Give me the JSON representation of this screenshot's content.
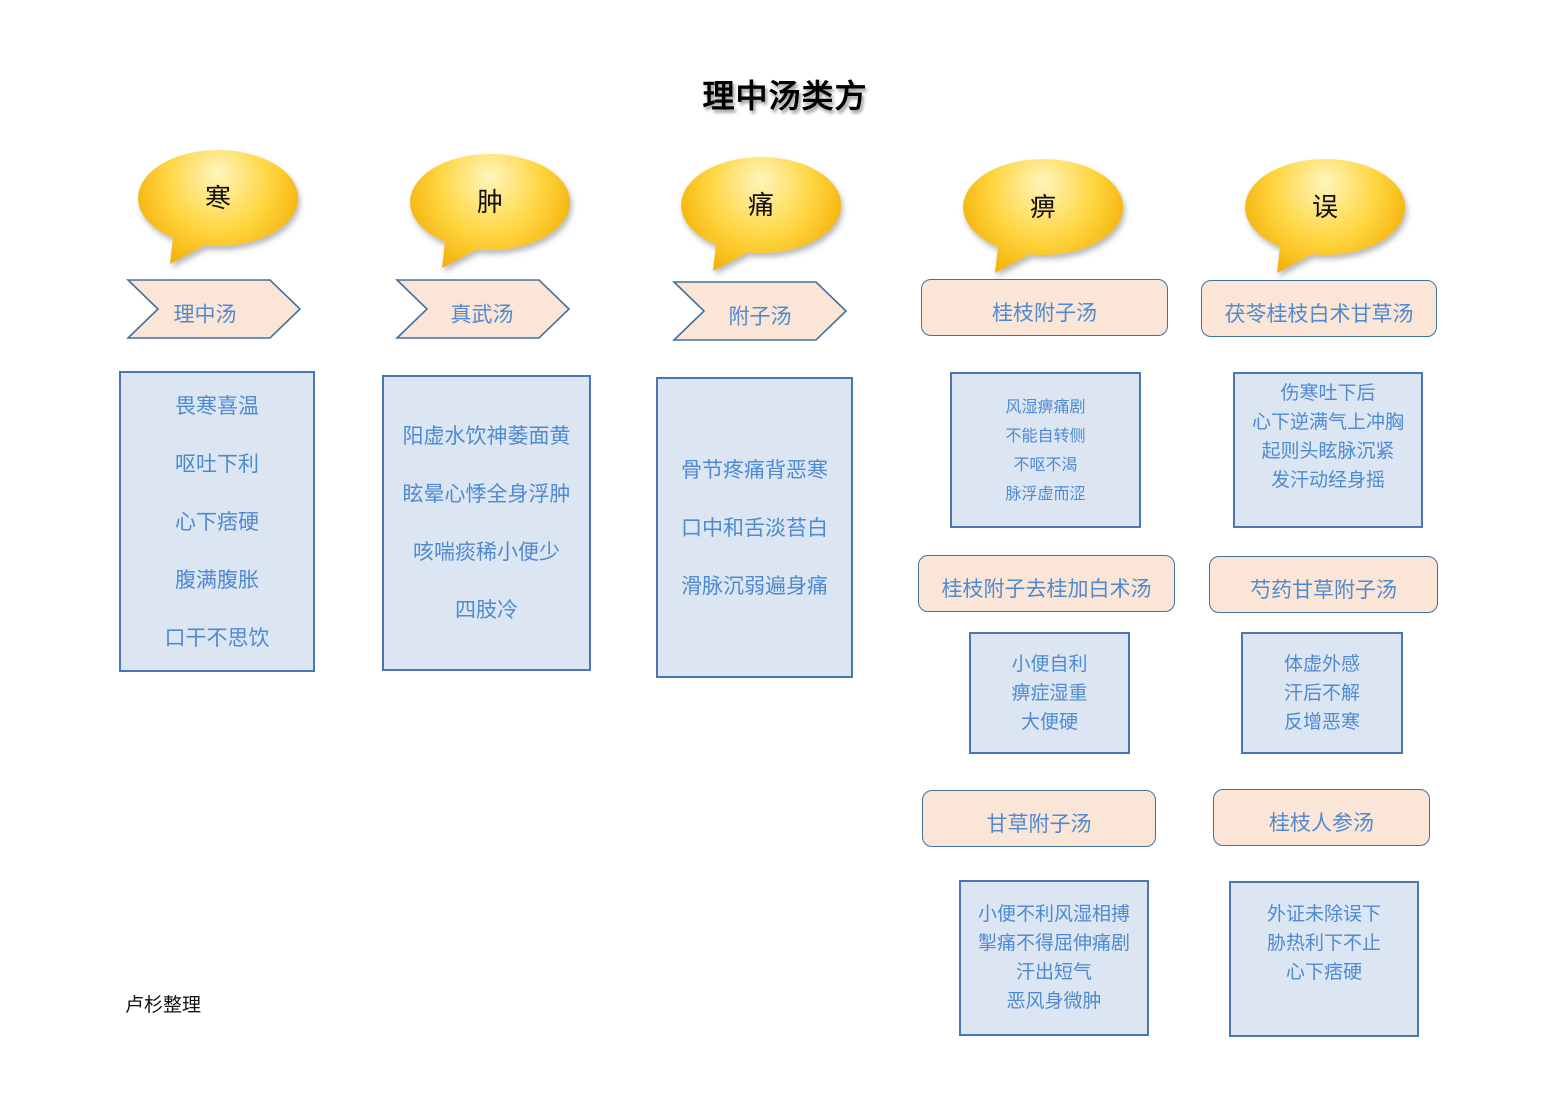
{
  "title": "理中汤类方",
  "footer": "卢杉整理",
  "colors": {
    "bubble_light": "#fff5bd",
    "bubble_mid": "#ffd53f",
    "bubble_dark": "#f1ab00",
    "label_fill": "#fbe5d6",
    "label_border": "#41719c",
    "box_fill": "#dce6f2",
    "box_border": "#4a76b3",
    "box_text": "#4f8ad0"
  },
  "columns": [
    {
      "category": "寒",
      "formulas": [
        {
          "name": "理中汤",
          "symptoms": [
            "畏寒喜温",
            "呕吐下利",
            "心下痞硬",
            "腹满腹胀",
            "口干不思饮"
          ]
        }
      ]
    },
    {
      "category": "肿",
      "formulas": [
        {
          "name": "真武汤",
          "symptoms": [
            "阳虚水饮神萎面黄",
            "眩晕心悸全身浮肿",
            "咳喘痰稀小便少",
            "四肢冷"
          ]
        }
      ]
    },
    {
      "category": "痛",
      "formulas": [
        {
          "name": "附子汤",
          "symptoms": [
            "骨节疼痛背恶寒",
            "口中和舌淡苔白",
            "滑脉沉弱遍身痛"
          ]
        }
      ]
    },
    {
      "category": "痹",
      "formulas": [
        {
          "name": "桂枝附子汤",
          "symptoms": [
            "风湿痹痛剧",
            "不能自转侧",
            "不呕不渴",
            "脉浮虚而涩"
          ]
        },
        {
          "name": "桂枝附子去桂加白术汤",
          "symptoms": [
            "小便自利",
            "痹症湿重",
            "大便硬"
          ]
        },
        {
          "name": "甘草附子汤",
          "symptoms": [
            "小便不利风湿相搏",
            "掣痛不得屈伸痛剧",
            "汗出短气",
            "恶风身微肿"
          ]
        }
      ]
    },
    {
      "category": "误",
      "formulas": [
        {
          "name": "茯苓桂枝白术甘草汤",
          "symptoms": [
            "伤寒吐下后",
            "心下逆满气上冲胸",
            "起则头眩脉沉紧",
            "发汗动经身摇"
          ]
        },
        {
          "name": "芍药甘草附子汤",
          "symptoms": [
            "体虚外感",
            "汗后不解",
            "反增恶寒"
          ]
        },
        {
          "name": "桂枝人参汤",
          "symptoms": [
            "外证未除误下",
            "胁热利下不止",
            "心下痞硬"
          ]
        }
      ]
    }
  ]
}
